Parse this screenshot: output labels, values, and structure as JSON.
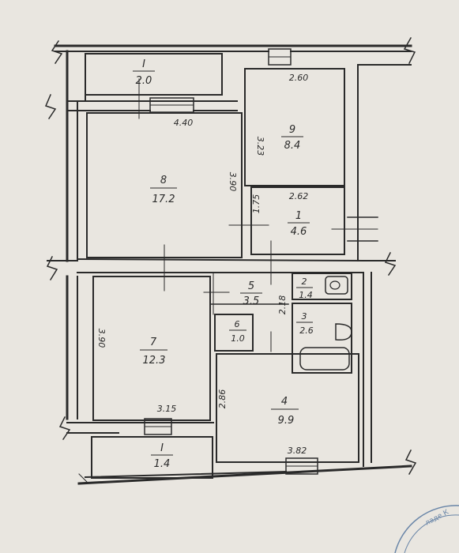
{
  "plan": {
    "rooms": [
      {
        "id": "balcony-top",
        "num": "I",
        "area": "2.0"
      },
      {
        "id": "room-9",
        "num": "9",
        "area": "8.4"
      },
      {
        "id": "room-8",
        "num": "8",
        "area": "17.2"
      },
      {
        "id": "room-1",
        "num": "1",
        "area": "4.6"
      },
      {
        "id": "room-5",
        "num": "5",
        "area": "3.5"
      },
      {
        "id": "room-2",
        "num": "2",
        "area": "1.4"
      },
      {
        "id": "room-3",
        "num": "3",
        "area": "2.6"
      },
      {
        "id": "room-6",
        "num": "6",
        "area": "1.0"
      },
      {
        "id": "room-7",
        "num": "7",
        "area": "12.3"
      },
      {
        "id": "room-4",
        "num": "4",
        "area": "9.9"
      },
      {
        "id": "balcony-bottom",
        "num": "I",
        "area": "1.4"
      }
    ],
    "dimensions": {
      "d_260": "2.60",
      "d_440": "4.40",
      "d_323": "3.23",
      "d_390_top": "3.90",
      "d_262": "2.62",
      "d_175": "1.75",
      "d_218": "2.18",
      "d_390_left": "3.90",
      "d_315": "3.15",
      "d_286": "2.86",
      "d_382": "3.82"
    },
    "stamp_text": "ладе  К"
  },
  "colors": {
    "paper": "#e9e6e0",
    "ink": "#2a2a2a",
    "stamp": "#6a86a8"
  }
}
